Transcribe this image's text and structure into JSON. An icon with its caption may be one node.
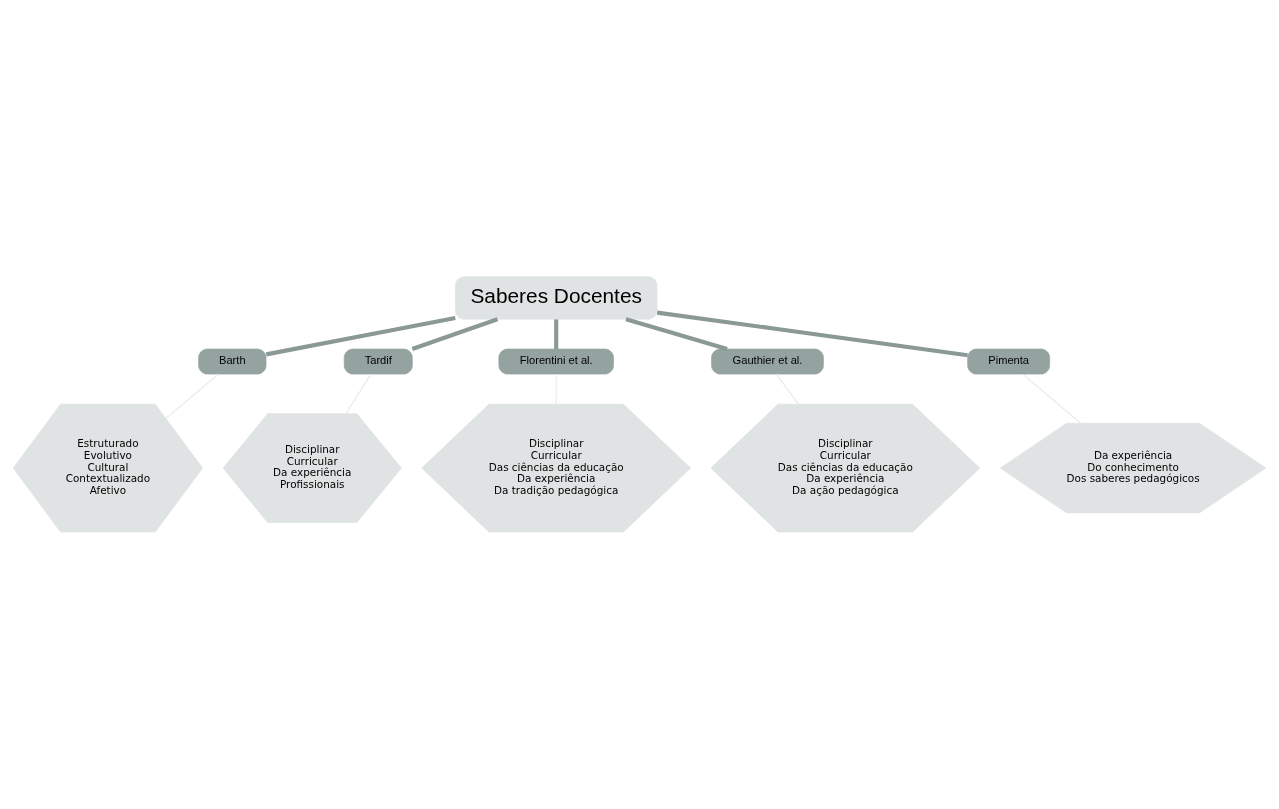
{
  "diagram": {
    "nodes": [
      {
        "text": [
          "Saberes Docentes"
        ]
      },
      {
        "text": [
          "Barth"
        ]
      },
      {
        "text": [
          "Tardif"
        ]
      },
      {
        "text": [
          "Florentini et al."
        ]
      },
      {
        "text": [
          "Estruturado",
          "Evolutivo",
          "Cultural",
          "Contextualizado",
          "Afetivo"
        ]
      },
      {
        "text": [
          "Disciplinar",
          "Curricular",
          "Da experiência",
          "Profissionais"
        ]
      },
      {
        "text": [
          "Disciplinar",
          "Curricular",
          "Das ciências da educação",
          "Da experiência",
          "Da tradição pedagógica"
        ]
      },
      {
        "text": [
          "Gauthier et al."
        ]
      },
      {
        "text": [
          "Pimenta"
        ]
      },
      {
        "text": [
          "Disciplinar",
          "Curricular",
          "Das ciências da educação",
          "Da experiência",
          "Da ação pedagógica"
        ]
      },
      {
        "text": [
          "Da experiência",
          "Do conhecimento",
          "Dos saberes pedagógicos"
        ]
      }
    ],
    "edges": [
      {
        "from": 0,
        "to": 1,
        "arrow": "none",
        "style": "thick"
      },
      {
        "from": 0,
        "to": 7,
        "arrow": "none",
        "style": "thick"
      },
      {
        "from": 0,
        "to": 3,
        "arrow": "none",
        "style": "thick"
      },
      {
        "from": 0,
        "to": 2,
        "arrow": "none",
        "style": "thick"
      },
      {
        "from": 0,
        "to": 8,
        "arrow": "none",
        "style": "thick"
      },
      {
        "from": 1,
        "to": 4,
        "arrow": "none",
        "color": "#e6e8e8"
      },
      {
        "from": 2,
        "to": 5,
        "arrow": "none",
        "color": "#e6e8e8"
      },
      {
        "from": 3,
        "to": 6,
        "arrow": "none",
        "color": "#e6e8e8"
      },
      {
        "from": 7,
        "to": 9,
        "arrow": "none",
        "color": "#e6e8e8"
      },
      {
        "from": 8,
        "to": 10,
        "arrow": "none",
        "color": "#e6e8e8"
      }
    ]
  }
}
